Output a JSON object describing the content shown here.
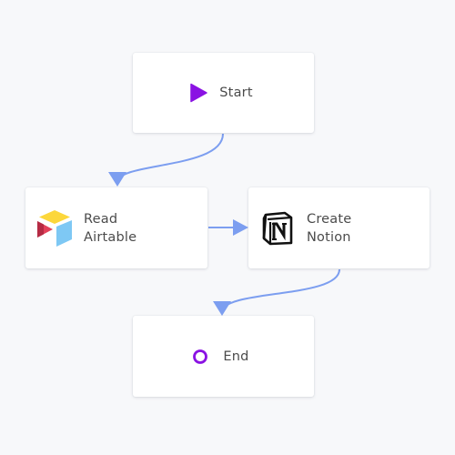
{
  "colors": {
    "background": "#f7f8fa",
    "edge": "#7c9ef0",
    "accent_purple": "#8a12e3"
  },
  "nodes": {
    "start": {
      "label": "Start",
      "icon": "play-icon"
    },
    "read_airtable": {
      "label": "Read\nAirtable",
      "icon": "airtable-logo-icon"
    },
    "create_notion": {
      "label": "Create\nNotion",
      "icon": "notion-logo-icon"
    },
    "end": {
      "label": "End",
      "icon": "circle-end-icon"
    }
  }
}
